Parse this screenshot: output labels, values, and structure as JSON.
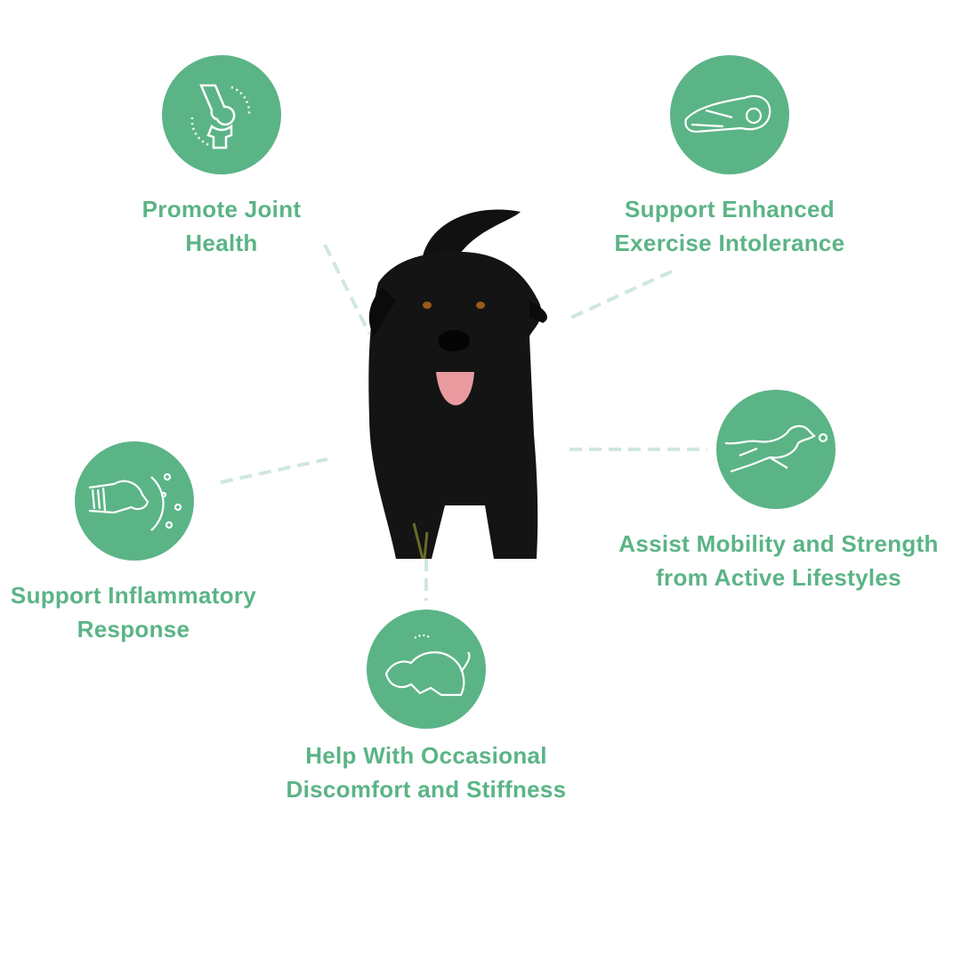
{
  "accent_color": "#5bb486",
  "benefits": [
    {
      "icon": "joint-icon",
      "line1": "Promote Joint",
      "line2": "Health"
    },
    {
      "icon": "resting-dog-icon",
      "line1": "Support Enhanced",
      "line2": "Exercise Intolerance"
    },
    {
      "icon": "dog-inflammation-icon",
      "line1": "Support Inflammatory",
      "line2": "Response"
    },
    {
      "icon": "running-dog-icon",
      "line1": "Assist Mobility and Strength",
      "line2": "from Active Lifestyles"
    },
    {
      "icon": "sitting-dog-icon",
      "line1": "Help With Occasional",
      "line2": "Discomfort and Stiffness"
    }
  ]
}
